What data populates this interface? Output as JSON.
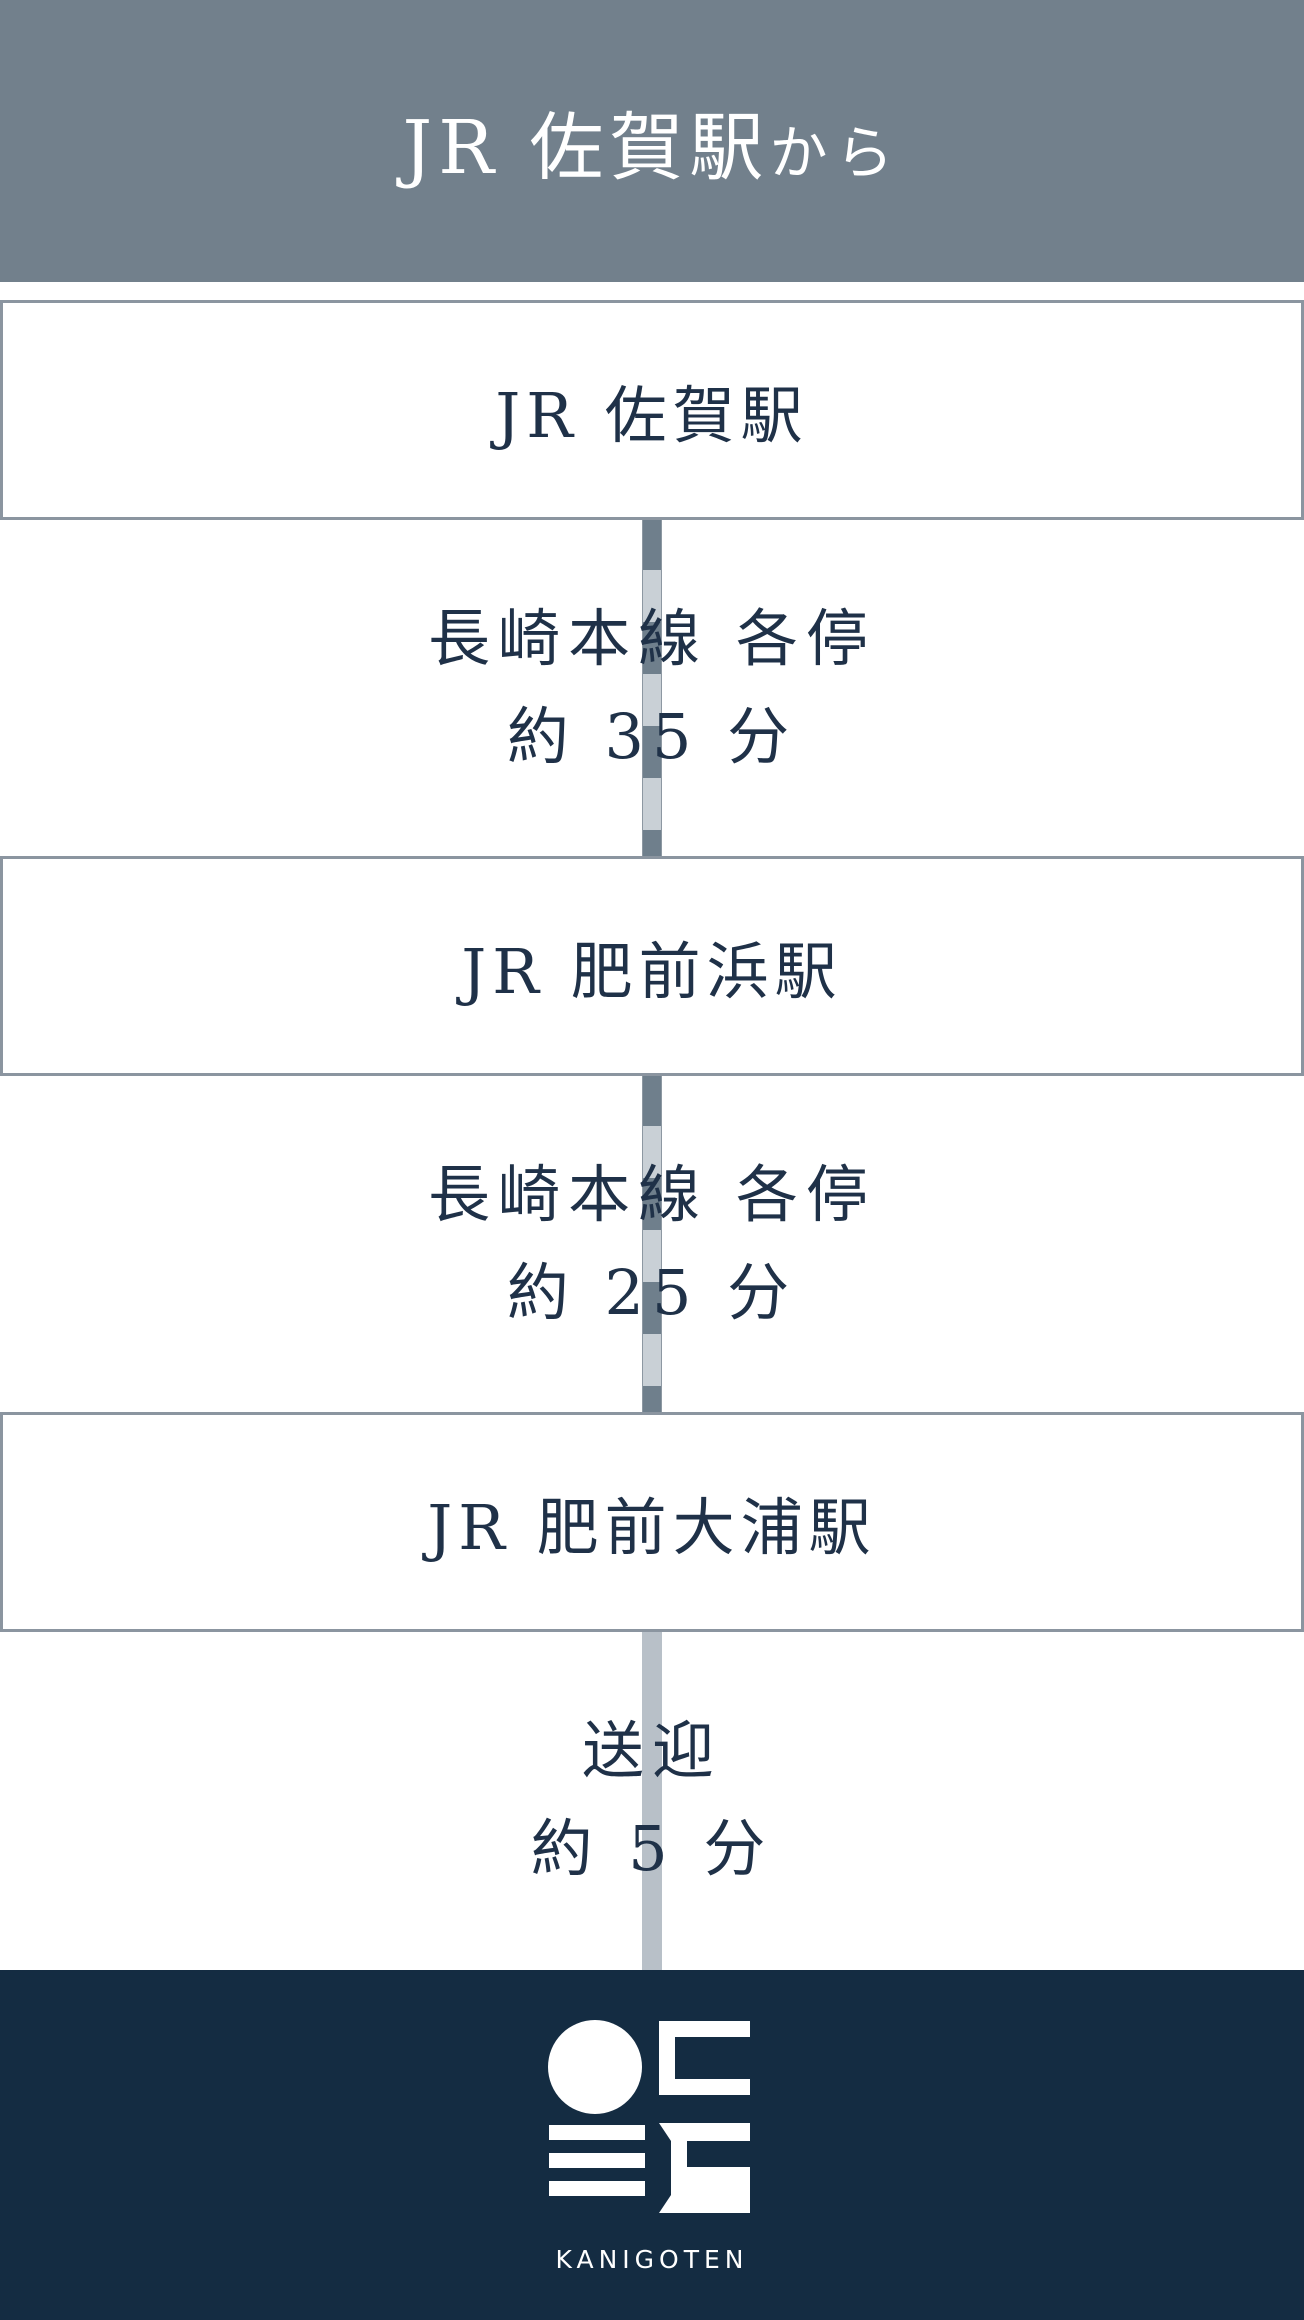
{
  "header": {
    "title_main": "JR 佐賀駅",
    "title_suffix": "から"
  },
  "stations": [
    {
      "name": "JR 佐賀駅"
    },
    {
      "name": "JR 肥前浜駅"
    },
    {
      "name": "JR 肥前大浦駅"
    }
  ],
  "segments": [
    {
      "line": "長崎本線 各停",
      "duration": "約 35 分",
      "track_style": "dashed"
    },
    {
      "line": "長崎本線 各停",
      "duration": "約 25 分",
      "track_style": "dashed"
    },
    {
      "line": "送迎",
      "duration": "約 5 分",
      "track_style": "solid"
    }
  ],
  "footer": {
    "brand": "KANIGOTEN",
    "logo_icon": "kanigoten-logo-icon"
  },
  "colors": {
    "header_bg": "#72808c",
    "text": "#1f3148",
    "border": "#8b95a0",
    "footer_bg": "#142c42",
    "track_dark": "#6f7f8c",
    "track_light": "#c9d0d6"
  }
}
